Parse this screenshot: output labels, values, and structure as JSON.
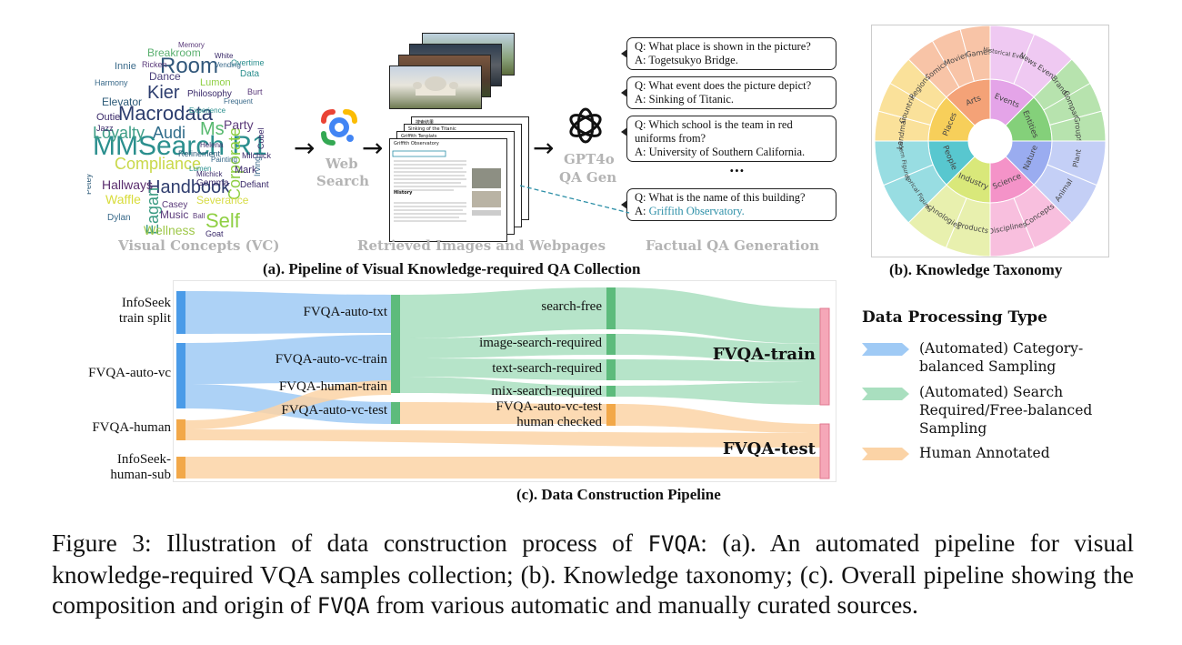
{
  "panel_a": {
    "title": "(a). Pipeline of Visual Knowledge-required QA Collection",
    "wordcloud_label": "Visual Concepts (VC)",
    "wordcloud_words": [
      {
        "text": "MMSearch R1",
        "color": "#2b8f8e",
        "size": 30
      },
      {
        "text": "Macrodata",
        "color": "#2c3d6e",
        "size": 22
      },
      {
        "text": "Room",
        "color": "#31577a",
        "size": 24
      },
      {
        "text": "Compliance",
        "color": "#c9d84a",
        "size": 18
      },
      {
        "text": "Handbook",
        "color": "#2f3d6e",
        "size": 20
      },
      {
        "text": "Kier",
        "color": "#2c3d6e",
        "size": 20
      },
      {
        "text": "Self",
        "color": "#8fcf43",
        "size": 22
      },
      {
        "text": "Loyalty",
        "color": "#3f9e87",
        "size": 18
      },
      {
        "text": "Audi",
        "color": "#2f6c8a",
        "size": 18
      },
      {
        "text": "Ms",
        "color": "#57b96e",
        "size": 20
      },
      {
        "text": "Corporate",
        "color": "#8fcf43",
        "size": 18
      },
      {
        "text": "Eagan",
        "color": "#3b9b82",
        "size": 18
      },
      {
        "text": "Waffle",
        "color": "#d8dc3a",
        "size": 14
      },
      {
        "text": "Wellness",
        "color": "#9fc84a",
        "size": 14
      },
      {
        "text": "Party",
        "color": "#5c3b7a",
        "size": 14
      },
      {
        "text": "Hallways",
        "color": "#5a2d6e",
        "size": 14
      },
      {
        "text": "Breakroom",
        "color": "#5bb070",
        "size": 12
      },
      {
        "text": "Elevator",
        "color": "#2c5a78",
        "size": 12
      },
      {
        "text": "Dance",
        "color": "#4a3f7a",
        "size": 12
      },
      {
        "text": "Severance",
        "color": "#d7dc46",
        "size": 12
      },
      {
        "text": "Music",
        "color": "#5a3a7a",
        "size": 12
      },
      {
        "text": "Innie",
        "color": "#3a6a8a",
        "size": 11
      },
      {
        "text": "Outie",
        "color": "#3a2a6a",
        "size": 11
      },
      {
        "text": "Lumon",
        "color": "#8fcf43",
        "size": 11
      },
      {
        "text": "Mark",
        "color": "#3a2a6a",
        "size": 11
      },
      {
        "text": "Dylan",
        "color": "#3a6a8a",
        "size": 10
      },
      {
        "text": "Casey",
        "color": "#5a3a7a",
        "size": 10
      },
      {
        "text": "Gemma",
        "color": "#3a2a6a",
        "size": 10
      },
      {
        "text": "Philosophy",
        "color": "#3a2a6a",
        "size": 10
      },
      {
        "text": "Data",
        "color": "#2b8f8e",
        "size": 10
      },
      {
        "text": "Defiant",
        "color": "#3a2a6a",
        "size": 10
      },
      {
        "text": "Harmony",
        "color": "#3a6a8a",
        "size": 9
      },
      {
        "text": "Ricken",
        "color": "#5a3a7a",
        "size": 9
      },
      {
        "text": "Petey",
        "color": "#2c5a78",
        "size": 9
      },
      {
        "text": "Jazz",
        "color": "#3a2a6a",
        "size": 9
      },
      {
        "text": "Overtime",
        "color": "#2b8f8e",
        "size": 9
      },
      {
        "text": "Milchick",
        "color": "#3a2a6a",
        "size": 9
      },
      {
        "text": "Burt",
        "color": "#5a3a7a",
        "size": 9
      },
      {
        "text": "Cobel",
        "color": "#3a2a6a",
        "size": 9
      },
      {
        "text": "Irving",
        "color": "#3a6a8a",
        "size": 9
      },
      {
        "text": "Goat",
        "color": "#3a2a6a",
        "size": 9
      },
      {
        "text": "Refinement",
        "color": "#2c5a78",
        "size": 9
      },
      {
        "text": "Experience",
        "color": "#2b8f8e",
        "size": 8
      },
      {
        "text": "Memory",
        "color": "#5a3a7a",
        "size": 8
      },
      {
        "text": "Painting",
        "color": "#3a6a8a",
        "size": 8
      },
      {
        "text": "Memories",
        "color": "#5a3a7a",
        "size": 8
      },
      {
        "text": "White",
        "color": "#3a2a6a",
        "size": 8
      },
      {
        "text": "Vending",
        "color": "#3a6a8a",
        "size": 8
      },
      {
        "text": "Lumen",
        "color": "#2b8f8e",
        "size": 8
      },
      {
        "text": "Helena",
        "color": "#3a2a6a",
        "size": 8
      },
      {
        "text": "Ball",
        "color": "#5a3a7a",
        "size": 8
      },
      {
        "text": "Frequent",
        "color": "#3a6a8a",
        "size": 8
      },
      {
        "text": "Milchick",
        "color": "#3a2a6a",
        "size": 8
      }
    ],
    "web_search_label": [
      "Web",
      "Search"
    ],
    "retrieved_label": "Retrieved Images and Webpages",
    "webpage_texts": {
      "header_zh": "搜索结果",
      "heading_1": "Sinking of the Titanic",
      "heading_2": "Griffith Tenplats",
      "heading_3": "Griffith Observatory",
      "section_title": "History"
    },
    "gpt_label": [
      "GPT4o",
      "QA Gen"
    ],
    "factual_label": "Factual QA Generation",
    "qa": [
      {
        "q": "Q: What place is shown in the picture?",
        "a": "A: Togetsukyo Bridge."
      },
      {
        "q": "Q: What event does the picture depict?",
        "a": "A: Sinking of Titanic."
      },
      {
        "q": "Q: Which school is the team in red uniforms from?",
        "a": "A: University of Southern California."
      },
      {
        "q": "Q: What is the name of this building?",
        "a_prefix": "A: ",
        "a_highlight": "Griffith Observatory."
      }
    ],
    "ellipsis": "...",
    "arrow_glyph": "→"
  },
  "panel_b": {
    "title": "(b). Knowledge Taxonomy",
    "categories": [
      {
        "name": "Arts",
        "color": "#f4a277",
        "light": "#f8c4a7",
        "subs": [
          "Comics",
          "Movies",
          "Games"
        ]
      },
      {
        "name": "Events",
        "color": "#e4a4e8",
        "light": "#efc9f2",
        "subs": [
          "Historical Events",
          "News Events"
        ]
      },
      {
        "name": "Entities",
        "color": "#84d07a",
        "light": "#b7e3ae",
        "subs": [
          "Brands",
          "Company",
          "Groups"
        ]
      },
      {
        "name": "Nature",
        "color": "#9aacf0",
        "light": "#c4cff6",
        "subs": [
          "Plant",
          "Animal"
        ]
      },
      {
        "name": "Science",
        "color": "#f493c8",
        "light": "#f8bfde",
        "subs": [
          "Concepts",
          "Disciplines"
        ]
      },
      {
        "name": "Industry",
        "color": "#d9e87a",
        "light": "#e8f0ae",
        "subs": [
          "Products",
          "Technologies"
        ]
      },
      {
        "name": "People",
        "color": "#58c7cf",
        "light": "#98dde2",
        "subs": [
          "Historical Figures",
          "Modern Figures"
        ]
      },
      {
        "name": "Places",
        "color": "#f7cf5a",
        "light": "#fae19a",
        "subs": [
          "Landmarks",
          "Countries",
          "Regions"
        ]
      }
    ]
  },
  "panel_c": {
    "title": "(c). Data Construction Pipeline",
    "sources": [
      {
        "label": "InfoSeek\ntrain split",
        "key": "infoseek_train"
      },
      {
        "label": "FVQA-auto-vc",
        "key": "auto_vc"
      },
      {
        "label": "FVQA-human",
        "key": "human"
      },
      {
        "label": "InfoSeek-\nhuman-sub",
        "key": "infoseek_human"
      }
    ],
    "middle": [
      {
        "label": "FVQA-auto-txt"
      },
      {
        "label": "FVQA-auto-vc-train"
      },
      {
        "label": "FVQA-human-train"
      },
      {
        "label": "FVQA-auto-vc-test"
      }
    ],
    "stage3": [
      {
        "label": "search-free"
      },
      {
        "label": "image-search-required"
      },
      {
        "label": "text-search-required"
      },
      {
        "label": "mix-search-required"
      },
      {
        "label": "FVQA-auto-vc-test\nhuman checked"
      }
    ],
    "targets": [
      {
        "label": "FVQA-train"
      },
      {
        "label": "FVQA-test"
      }
    ],
    "colors": {
      "blue": "#9fcaf5",
      "green": "#a9dfbf",
      "orange": "#fbd3a6",
      "blue_node": "#4a9be8",
      "green_node": "#5dbb7c",
      "orange_node": "#f2a849",
      "pink_node": "#f5a7b8"
    }
  },
  "legend": {
    "title": "Data Processing Type",
    "items": [
      {
        "label": "(Automated) Category-\nbalanced Sampling",
        "color": "#9fcaf5"
      },
      {
        "label": "(Automated) Search\nRequired/Free-balanced\nSampling",
        "color": "#a9dfbf"
      },
      {
        "label": "Human Annotated",
        "color": "#fbd3a6"
      }
    ]
  },
  "caption": {
    "prefix": "Figure 3: Illustration of data construction process of ",
    "name1": "FVQA",
    "middle": ": (a). An automated pipeline for visual knowledge-required VQA samples collection; (b). Knowledge taxonomy; (c). Overall pipeline showing the composition and origin of ",
    "name2": "FVQA",
    "suffix": " from various automatic and manually curated sources."
  }
}
